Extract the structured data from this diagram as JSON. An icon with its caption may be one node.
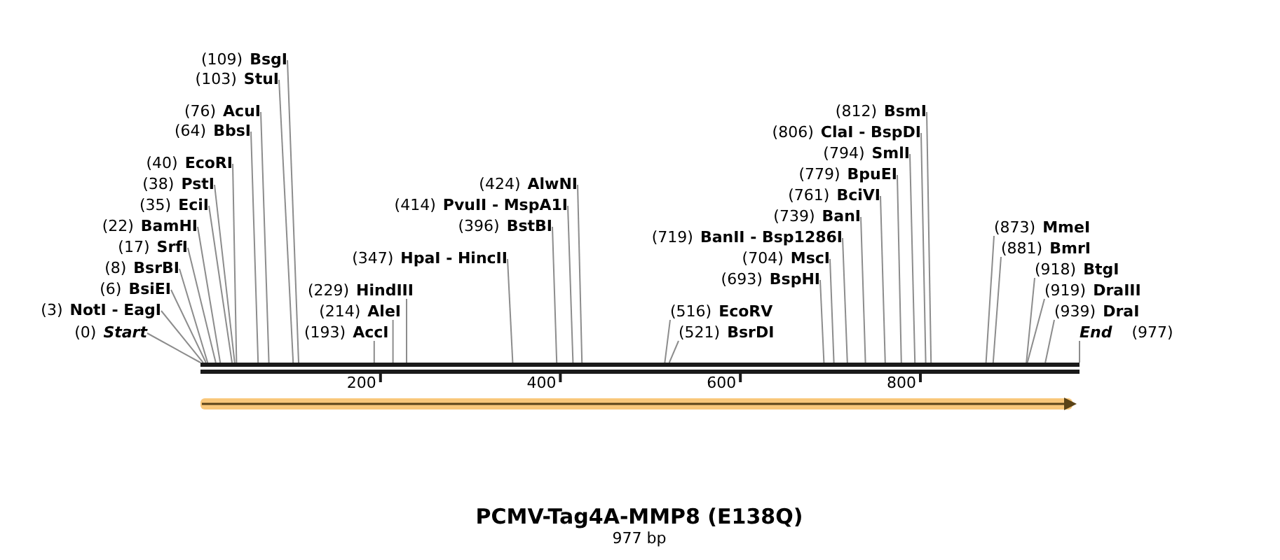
{
  "diagram": {
    "title": "PCMV-Tag4A-MMP8 (E138Q)",
    "caption": "977 bp",
    "nodes": [
      {
        "text": [
          "(0)",
          "Start"
        ]
      },
      {
        "text": [
          "(3)",
          "NotI - EagI"
        ]
      },
      {
        "text": [
          "(6)",
          "BsiEI"
        ]
      },
      {
        "text": [
          "(8)",
          "BsrBI"
        ]
      },
      {
        "text": [
          "(17)",
          "SrfI"
        ]
      },
      {
        "text": [
          "(22)",
          "BamHI"
        ]
      },
      {
        "text": [
          "(35)",
          "EciI"
        ]
      },
      {
        "text": [
          "(38)",
          "PstI"
        ]
      },
      {
        "text": [
          "(40)",
          "EcoRI"
        ]
      },
      {
        "text": [
          "(64)",
          "BbsI"
        ]
      },
      {
        "text": [
          "(76)",
          "AcuI"
        ]
      },
      {
        "text": [
          "(103)",
          "StuI"
        ]
      },
      {
        "text": [
          "(109)",
          "BsgI"
        ]
      },
      {
        "text": [
          "(193)",
          "AccI"
        ]
      },
      {
        "text": [
          "(214)",
          "AleI"
        ]
      },
      {
        "text": [
          "(229)",
          "HindIII"
        ]
      },
      {
        "text": [
          "(347)",
          "HpaI - HincII"
        ]
      },
      {
        "text": [
          "(396)",
          "BstBI"
        ]
      },
      {
        "text": [
          "(414)",
          "PvuII - MspA1I"
        ]
      },
      {
        "text": [
          "(424)",
          "AlwNI"
        ]
      },
      {
        "text": [
          "(516)",
          "EcoRV"
        ]
      },
      {
        "text": [
          "(521)",
          "BsrDI"
        ]
      },
      {
        "text": [
          "(693)",
          "BspHI"
        ]
      },
      {
        "text": [
          "(704)",
          "MscI"
        ]
      },
      {
        "text": [
          "(719)",
          "BanII - Bsp1286I"
        ]
      },
      {
        "text": [
          "(739)",
          "BanI"
        ]
      },
      {
        "text": [
          "(761)",
          "BciVI"
        ]
      },
      {
        "text": [
          "(779)",
          "BpuEI"
        ]
      },
      {
        "text": [
          "(794)",
          "SmlI"
        ]
      },
      {
        "text": [
          "(806)",
          "ClaI - BspDI"
        ]
      },
      {
        "text": [
          "(812)",
          "BsmI"
        ]
      },
      {
        "text": [
          "(873)",
          "MmeI"
        ]
      },
      {
        "text": [
          "(881)",
          "BmrI"
        ]
      },
      {
        "text": [
          "(918)",
          "BtgI"
        ]
      },
      {
        "text": [
          "(919)",
          "DraIII"
        ]
      },
      {
        "text": [
          "(939)",
          "DraI"
        ]
      },
      {
        "text": [
          "End",
          "(977)"
        ]
      },
      {
        "text": [],
        "shape": "bar"
      }
    ],
    "edges": [
      {
        "from": 0,
        "to": 37,
        "arrow": "none"
      },
      {
        "from": 1,
        "to": 37,
        "arrow": "none"
      },
      {
        "from": 2,
        "to": 37,
        "arrow": "none"
      },
      {
        "from": 3,
        "to": 37,
        "arrow": "none"
      },
      {
        "from": 4,
        "to": 37,
        "arrow": "none"
      },
      {
        "from": 5,
        "to": 37,
        "arrow": "none"
      },
      {
        "from": 6,
        "to": 37,
        "arrow": "none"
      },
      {
        "from": 7,
        "to": 37,
        "arrow": "none"
      },
      {
        "from": 8,
        "to": 37,
        "arrow": "none"
      },
      {
        "from": 9,
        "to": 37,
        "arrow": "none"
      },
      {
        "from": 10,
        "to": 37,
        "arrow": "none"
      },
      {
        "from": 11,
        "to": 37,
        "arrow": "none"
      },
      {
        "from": 12,
        "to": 37,
        "arrow": "none"
      },
      {
        "from": 13,
        "to": 37,
        "arrow": "none"
      },
      {
        "from": 14,
        "to": 37,
        "arrow": "none"
      },
      {
        "from": 15,
        "to": 37,
        "arrow": "none"
      },
      {
        "from": 16,
        "to": 37,
        "arrow": "none"
      },
      {
        "from": 17,
        "to": 37,
        "arrow": "none"
      },
      {
        "from": 18,
        "to": 37,
        "arrow": "none"
      },
      {
        "from": 19,
        "to": 37,
        "arrow": "none"
      },
      {
        "from": 20,
        "to": 37,
        "arrow": "none"
      },
      {
        "from": 21,
        "to": 37,
        "arrow": "none"
      },
      {
        "from": 22,
        "to": 37,
        "arrow": "none"
      },
      {
        "from": 23,
        "to": 37,
        "arrow": "none"
      },
      {
        "from": 24,
        "to": 37,
        "arrow": "none"
      },
      {
        "from": 25,
        "to": 37,
        "arrow": "none"
      },
      {
        "from": 26,
        "to": 37,
        "arrow": "none"
      },
      {
        "from": 27,
        "to": 37,
        "arrow": "none"
      },
      {
        "from": 28,
        "to": 37,
        "arrow": "none"
      },
      {
        "from": 29,
        "to": 37,
        "arrow": "none"
      },
      {
        "from": 30,
        "to": 37,
        "arrow": "none"
      },
      {
        "from": 31,
        "to": 37,
        "arrow": "none"
      },
      {
        "from": 32,
        "to": 37,
        "arrow": "none"
      },
      {
        "from": 33,
        "to": 37,
        "arrow": "none"
      },
      {
        "from": 34,
        "to": 37,
        "arrow": "none"
      },
      {
        "from": 35,
        "to": 37,
        "arrow": "none"
      },
      {
        "from": 36,
        "to": 37,
        "arrow": "none"
      }
    ],
    "labels": [
      "200",
      "400",
      "600",
      "800"
    ]
  }
}
